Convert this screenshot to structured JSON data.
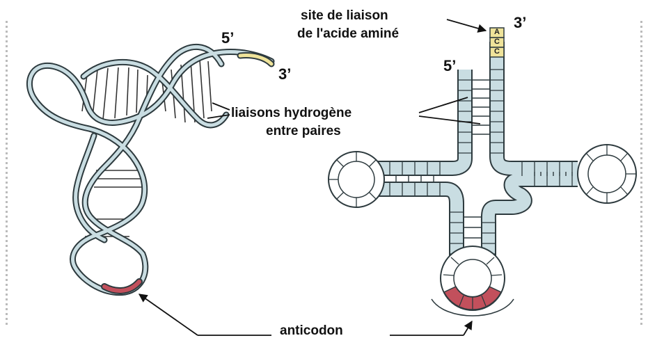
{
  "labels": {
    "left_5prime": "5’",
    "left_3prime": "3’",
    "right_5prime": "5’",
    "right_3prime": "3’",
    "binding_site_line1": "site de liaison",
    "binding_site_line2": "de l'acide aminé",
    "hbonds_line1": "liaisons hydrogène",
    "hbonds_line2": "entre paires",
    "anticodon": "anticodon"
  },
  "acceptor_end": [
    "A",
    "C",
    "C"
  ],
  "colors": {
    "strand_fill": "#c9dde2",
    "strand_outline": "#333333",
    "anticodon": "#c2505c",
    "acceptor": "#efe39a",
    "loop_fill": "#ffffff"
  }
}
